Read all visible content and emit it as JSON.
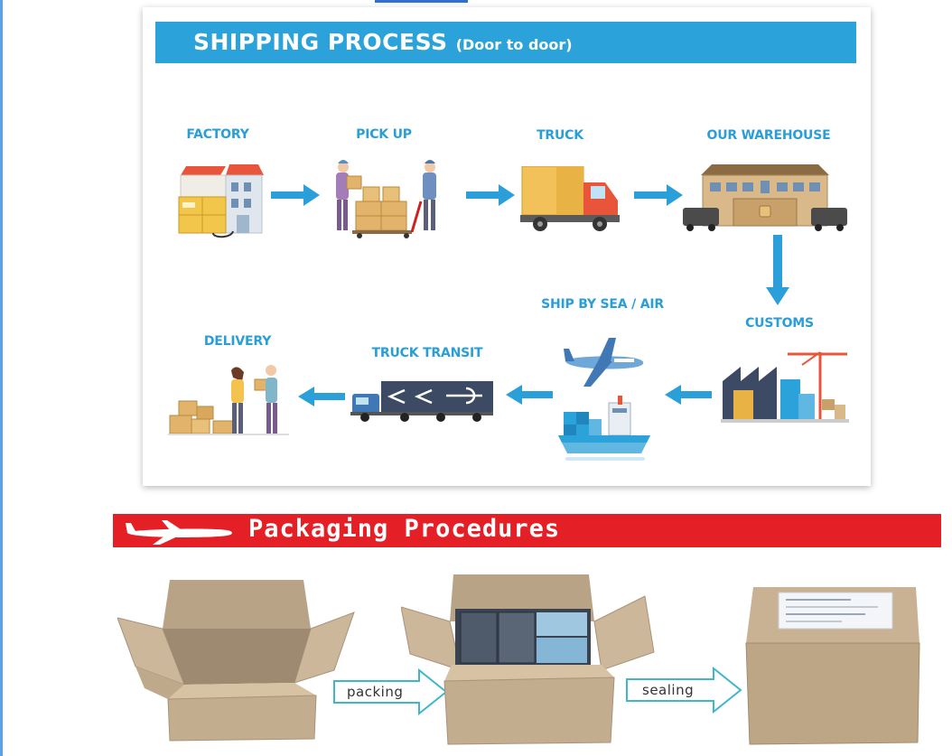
{
  "shipping": {
    "title": "SHIPPING PROCESS",
    "subtitle": "(Door to door)",
    "steps": [
      {
        "label": "FACTORY"
      },
      {
        "label": "PICK UP"
      },
      {
        "label": "TRUCK"
      },
      {
        "label": "OUR WAREHOUSE"
      },
      {
        "label": "CUSTOMS"
      },
      {
        "label": "SHIP BY SEA / AIR"
      },
      {
        "label": "TRUCK TRANSIT"
      },
      {
        "label": "DELIVERY"
      }
    ]
  },
  "packaging": {
    "title": "Packaging Procedures",
    "steps": [
      {
        "label": "packing"
      },
      {
        "label": "sealing"
      }
    ]
  },
  "colors": {
    "header_blue": "#2ba2d9",
    "arrow_blue": "#2b9fd9",
    "label_blue": "#2a9ed6",
    "header_red": "#e41f26",
    "cardboard": "#c3ad8f"
  }
}
